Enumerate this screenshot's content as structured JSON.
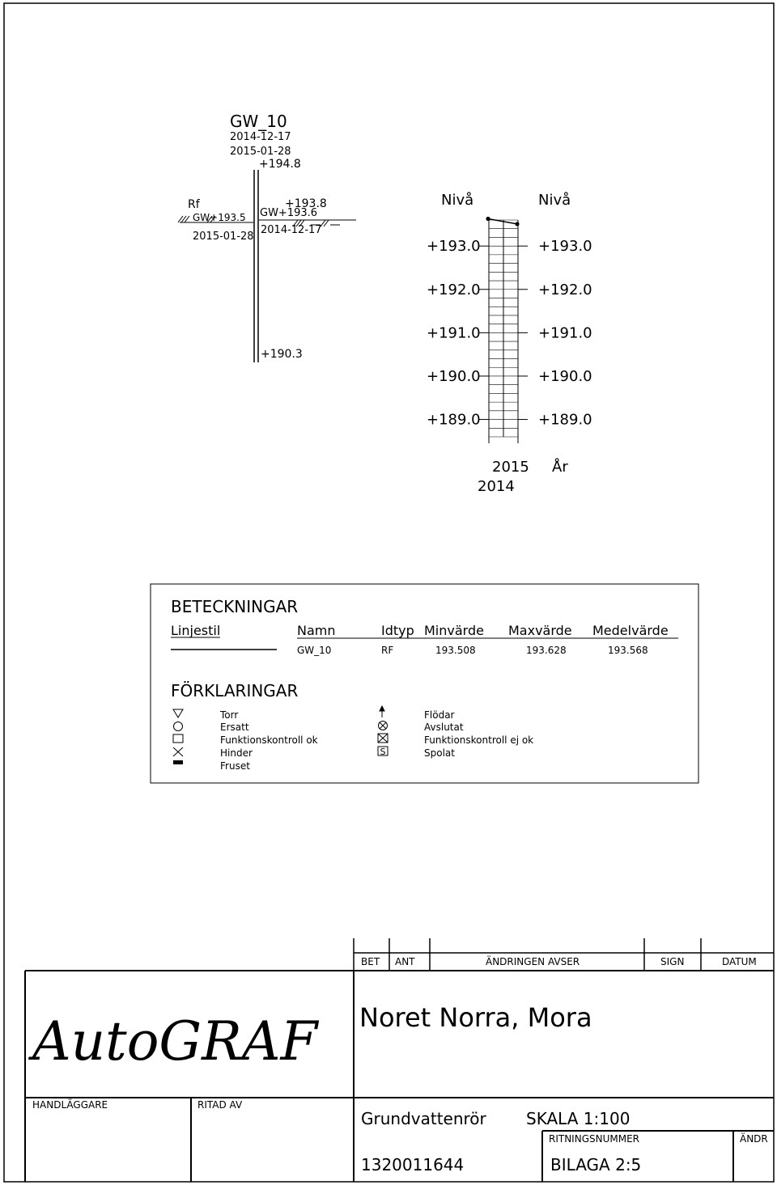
{
  "well": {
    "name": "GW_10",
    "date1": "2014-12-17",
    "date2": "2015-01-28",
    "top_level": "+194.8",
    "rf_label": "Rf",
    "gw_left": "GW+193.5",
    "gw_left_date": "2015-01-28",
    "casing_level": "+193.8",
    "gw_right": "GW+193.6",
    "gw_right_date": "2014-12-17",
    "bottom_level": "+190.3"
  },
  "graph": {
    "left_axis_title": "Nivå",
    "right_axis_title": "Nivå",
    "x_axis_title": "År",
    "chart_data": {
      "type": "line",
      "x": [
        "2014",
        "2015"
      ],
      "series": [
        {
          "values": [
            193.628,
            193.508
          ]
        }
      ],
      "ylim": [
        188.6,
        193.6
      ],
      "y_ticks": [
        "+193.0",
        "+192.0",
        "+191.0",
        "+190.0",
        "+189.0"
      ],
      "x_ticks": [
        "2014",
        "2015"
      ]
    }
  },
  "legend": {
    "title": "BETECKNINGAR",
    "headers": [
      "Linjestil",
      "Namn",
      "Idtyp",
      "Minvärde",
      "Maxvärde",
      "Medelvärde"
    ],
    "row": {
      "name": "GW_10",
      "idtyp": "RF",
      "min": "193.508",
      "max": "193.628",
      "mean": "193.568"
    },
    "explanations_title": "FÖRKLARINGAR",
    "left_items": [
      {
        "icon": "triangle-down-icon",
        "label": "Torr"
      },
      {
        "icon": "circle-icon",
        "label": "Ersatt"
      },
      {
        "icon": "square-icon",
        "label": "Funktionskontroll ok"
      },
      {
        "icon": "cross-icon",
        "label": "Hinder"
      },
      {
        "icon": "filled-bar-icon",
        "label": "Fruset"
      }
    ],
    "right_items": [
      {
        "icon": "arrow-up-icon",
        "label": "Flödar"
      },
      {
        "icon": "circle-cross-icon",
        "label": "Avslutat"
      },
      {
        "icon": "square-cross-icon",
        "label": "Funktionskontroll ej ok"
      },
      {
        "icon": "square-s-icon",
        "label": "Spolat"
      }
    ]
  },
  "title_block": {
    "rev_headers": [
      "BET",
      "ANT",
      "ÄNDRINGEN AVSER",
      "SIGN",
      "DATUM"
    ],
    "logo": "AutoGRAF",
    "project": "Noret Norra, Mora",
    "handlaggare_label": "HANDLÄGGARE",
    "ritad_av_label": "RITAD AV",
    "subject": "Grundvattenrör",
    "scale": "SKALA 1:100",
    "ritningsnummer_label": "RITNINGSNUMMER",
    "andr_label": "ÄNDR",
    "project_number": "1320011644",
    "sheet": "BILAGA 2:5"
  }
}
